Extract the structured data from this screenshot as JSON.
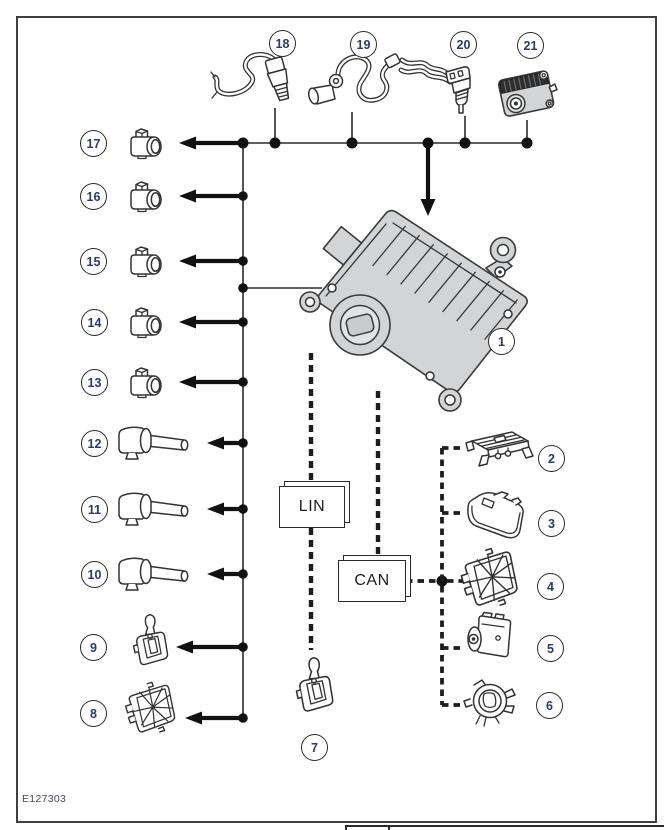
{
  "figure": {
    "code": "E127303"
  },
  "bus": {
    "lin_label": "LIN",
    "can_label": "CAN"
  },
  "callouts": {
    "module": "1",
    "top": [
      "18",
      "19",
      "20",
      "21"
    ],
    "left": [
      "17",
      "16",
      "15",
      "14",
      "13",
      "12",
      "11",
      "10",
      "9",
      "8"
    ],
    "right": [
      "2",
      "3",
      "4",
      "5",
      "6"
    ],
    "shifter": "7"
  },
  "icons": {
    "item_1": "transmission-control-module",
    "item_2": "mounting-bracket-module",
    "item_3": "instrument-cluster",
    "item_4": "harness-connector-module",
    "item_5": "abs-hydraulic-unit",
    "item_6": "clockspring",
    "item_7": "gear-shift-lever",
    "item_8": "harness-connector-module",
    "item_9": "gear-shift-lever",
    "items_10_12": "speed-sensor",
    "items_13_17": "solenoid-valve",
    "item_18": "sensor-with-pigtail-wire",
    "item_19": "sensor-with-cable-loop",
    "item_20": "sensor-with-wiring-connector",
    "item_21": "actuator-motor-module"
  },
  "colors": {
    "background": "#ffffff",
    "frame_border": "#3f3f3f",
    "line": "#1d1d1d",
    "module_fill": "#d2d4d6",
    "callout_text": "#2b3a66"
  }
}
